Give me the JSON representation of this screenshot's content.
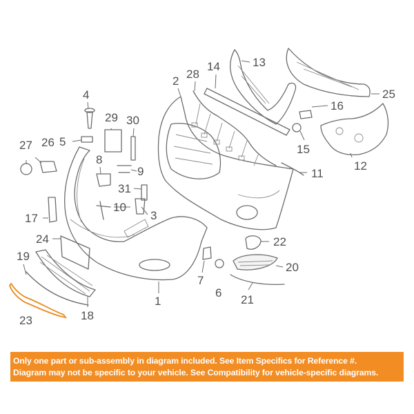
{
  "labels": {
    "p1": "1",
    "p2": "2",
    "p3": "3",
    "p4": "4",
    "p5": "5",
    "p6": "6",
    "p7": "7",
    "p8": "8",
    "p9": "9",
    "p10": "10",
    "p11": "11",
    "p12": "12",
    "p13": "13",
    "p14": "14",
    "p15": "15",
    "p16": "16",
    "p17": "17",
    "p18": "18",
    "p19": "19",
    "p20": "20",
    "p21": "21",
    "p22": "22",
    "p23": "23",
    "p24": "24",
    "p25": "25",
    "p26": "26",
    "p27": "27",
    "p28": "28",
    "p29": "29",
    "p30": "30",
    "p31": "31"
  },
  "highlight_color": "#e8891e",
  "banner": {
    "background": "#f28d24",
    "line1": "Only one part or sub-assembly in diagram included. See Item Specifics for Reference #.",
    "line2": "Diagram may not be specific to your vehicle. See Compatibility for vehicle-specific diagrams."
  }
}
